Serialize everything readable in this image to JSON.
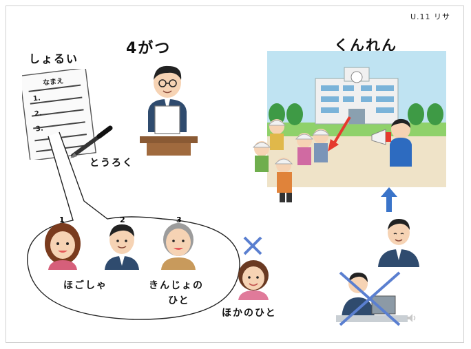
{
  "corner_note": "U.11 リサ",
  "title_month": "4がつ",
  "title_drill": "くんれん",
  "documents": {
    "label": "しょるい",
    "sheet_heading": "なまえ",
    "lines": [
      "1.",
      "2.",
      "3."
    ]
  },
  "register_label": "とうろく",
  "options": {
    "numbers": [
      "1",
      "2",
      "3"
    ],
    "guardian_label": "ほごしゃ",
    "neighbor_label_line1": "きんじょの",
    "neighbor_label_line2": "ひと"
  },
  "other_person_label": "ほかのひと",
  "colors": {
    "cross": "#5a7fd0",
    "arrow_blue": "#3a74c9",
    "arrow_red": "#e53a2e",
    "sky": "#bfe3f2",
    "grass": "#8fd16a"
  }
}
